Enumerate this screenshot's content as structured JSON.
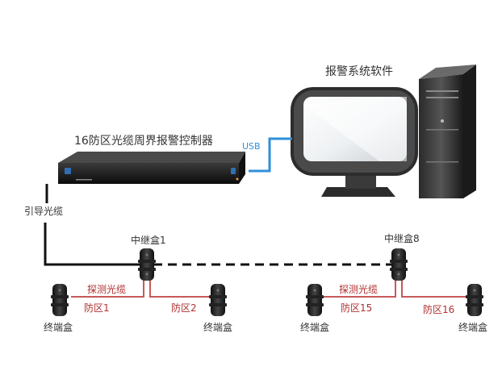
{
  "title_software": "报警系统软件",
  "title_controller": "16防区光缆周界报警控制器",
  "usb_label": "USB",
  "guide_cable_label": "引导光缆",
  "relay_left": "中继盒1",
  "relay_right": "中继盒8",
  "probe_cable_left": "探测光缆",
  "probe_cable_right": "探测光缆",
  "zone_1": "防区1",
  "zone_2": "防区2",
  "zone_15": "防区15",
  "zone_16": "防区16",
  "terminal_1": "终端盒",
  "terminal_2": "终端盒",
  "terminal_3": "终端盒",
  "terminal_4": "终端盒",
  "colors": {
    "usb": "#2f8fd8",
    "probe_cable": "#c85a5a",
    "guide_cable": "#111111",
    "text": "#333333"
  }
}
